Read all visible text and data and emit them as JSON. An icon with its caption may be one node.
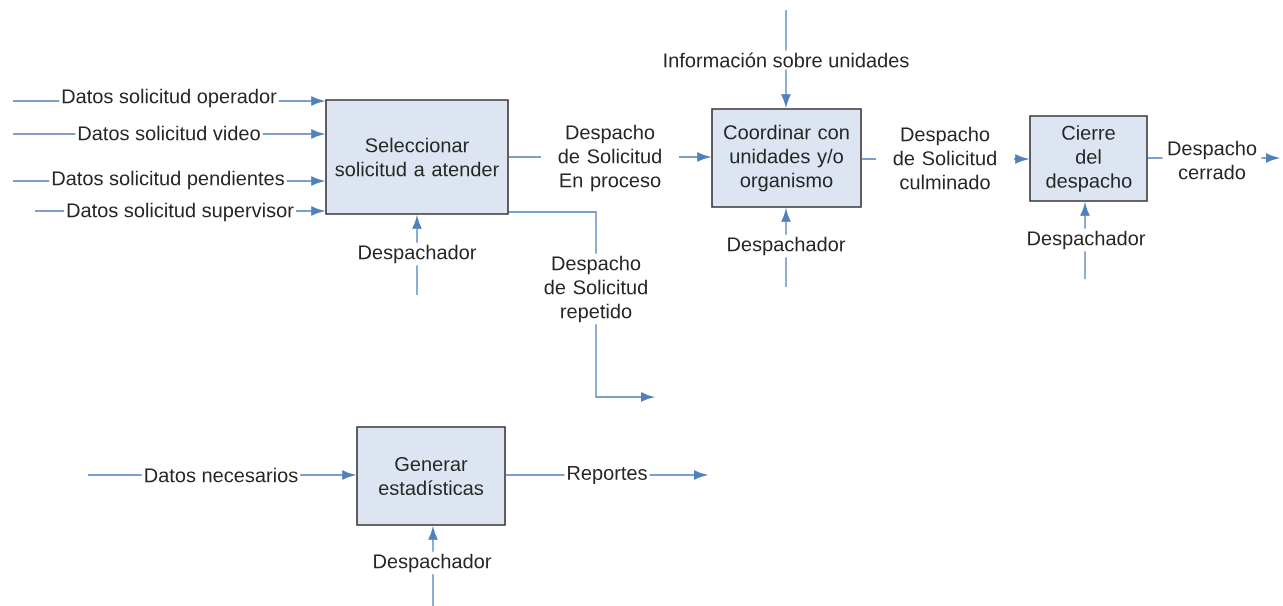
{
  "diagram": {
    "nodes": [
      {
        "text": [
          "Seleccionar solicitud a atender"
        ]
      },
      {
        "text": [
          "Coordinar con unidades y/o organismo"
        ]
      },
      {
        "text": [
          "Cierre del despacho"
        ]
      },
      {
        "text": [
          "Generar estadísticas"
        ]
      }
    ],
    "edges": [
      {
        "from": null,
        "to": 0,
        "arrow": "to",
        "label": "Datos solicitud operador"
      },
      {
        "from": null,
        "to": 0,
        "arrow": "to",
        "label": "Datos solicitud video"
      },
      {
        "from": null,
        "to": 0,
        "arrow": "to",
        "label": "Datos solicitud pendientes"
      },
      {
        "from": null,
        "to": 0,
        "arrow": "to",
        "label": "Datos solicitud supervisor"
      },
      {
        "from": null,
        "to": 0,
        "arrow": "to",
        "label": "Despachador"
      },
      {
        "from": 0,
        "to": 1,
        "arrow": "to",
        "label": "Despacho de Solicitud En proceso"
      },
      {
        "from": 0,
        "to": null,
        "arrow": "to",
        "label": "Despacho de Solicitud repetido"
      },
      {
        "from": null,
        "to": 1,
        "arrow": "to",
        "label": "Información sobre unidades"
      },
      {
        "from": null,
        "to": 1,
        "arrow": "to",
        "label": "Despachador"
      },
      {
        "from": 1,
        "to": 2,
        "arrow": "to",
        "label": "Despacho de Solicitud culminado"
      },
      {
        "from": 2,
        "to": null,
        "arrow": "to",
        "label": "Despacho cerrado"
      },
      {
        "from": null,
        "to": 2,
        "arrow": "to",
        "label": "Despachador"
      },
      {
        "from": null,
        "to": 3,
        "arrow": "to",
        "label": "Datos necesarios"
      },
      {
        "from": 3,
        "to": null,
        "arrow": "to",
        "label": "Reportes"
      },
      {
        "from": null,
        "to": 3,
        "arrow": "to",
        "label": "Despachador"
      }
    ]
  }
}
